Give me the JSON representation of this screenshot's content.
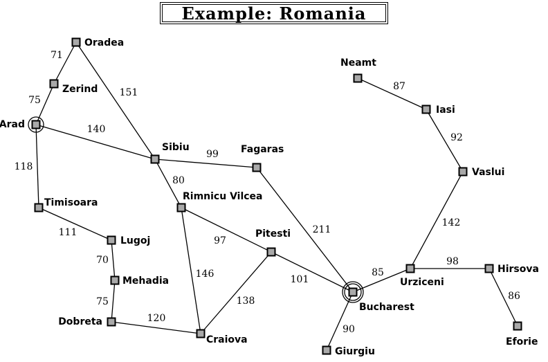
{
  "title": "Example: Romania",
  "cities": [
    {
      "id": "oradea",
      "name": "Oradea"
    },
    {
      "id": "zerind",
      "name": "Zerind"
    },
    {
      "id": "arad",
      "name": "Arad"
    },
    {
      "id": "timisoara",
      "name": "Timisoara"
    },
    {
      "id": "lugoj",
      "name": "Lugoj"
    },
    {
      "id": "mehadia",
      "name": "Mehadia"
    },
    {
      "id": "dobreta",
      "name": "Dobreta"
    },
    {
      "id": "craiova",
      "name": "Craiova"
    },
    {
      "id": "sibiu",
      "name": "Sibiu"
    },
    {
      "id": "rimnicu",
      "name": "Rimnicu Vilcea"
    },
    {
      "id": "fagaras",
      "name": "Fagaras"
    },
    {
      "id": "pitesti",
      "name": "Pitesti"
    },
    {
      "id": "bucharest",
      "name": "Bucharest"
    },
    {
      "id": "giurgiu",
      "name": "Giurgiu"
    },
    {
      "id": "urziceni",
      "name": "Urziceni"
    },
    {
      "id": "hirsova",
      "name": "Hirsova"
    },
    {
      "id": "eforie",
      "name": "Eforie"
    },
    {
      "id": "vaslui",
      "name": "Vaslui"
    },
    {
      "id": "iasi",
      "name": "Iasi"
    },
    {
      "id": "neamt",
      "name": "Neamt"
    }
  ],
  "roads": [
    {
      "from": "oradea",
      "to": "zerind",
      "distance": "71"
    },
    {
      "from": "zerind",
      "to": "arad",
      "distance": "75"
    },
    {
      "from": "oradea",
      "to": "sibiu",
      "distance": "151"
    },
    {
      "from": "arad",
      "to": "sibiu",
      "distance": "140"
    },
    {
      "from": "arad",
      "to": "timisoara",
      "distance": "118"
    },
    {
      "from": "timisoara",
      "to": "lugoj",
      "distance": "111"
    },
    {
      "from": "lugoj",
      "to": "mehadia",
      "distance": "70"
    },
    {
      "from": "mehadia",
      "to": "dobreta",
      "distance": "75"
    },
    {
      "from": "dobreta",
      "to": "craiova",
      "distance": "120"
    },
    {
      "from": "sibiu",
      "to": "fagaras",
      "distance": "99"
    },
    {
      "from": "sibiu",
      "to": "rimnicu",
      "distance": "80"
    },
    {
      "from": "rimnicu",
      "to": "pitesti",
      "distance": "97"
    },
    {
      "from": "rimnicu",
      "to": "craiova",
      "distance": "146"
    },
    {
      "from": "craiova",
      "to": "pitesti",
      "distance": "138"
    },
    {
      "from": "fagaras",
      "to": "bucharest",
      "distance": "211"
    },
    {
      "from": "pitesti",
      "to": "bucharest",
      "distance": "101"
    },
    {
      "from": "bucharest",
      "to": "giurgiu",
      "distance": "90"
    },
    {
      "from": "bucharest",
      "to": "urziceni",
      "distance": "85"
    },
    {
      "from": "urziceni",
      "to": "hirsova",
      "distance": "98"
    },
    {
      "from": "hirsova",
      "to": "eforie",
      "distance": "86"
    },
    {
      "from": "urziceni",
      "to": "vaslui",
      "distance": "142"
    },
    {
      "from": "vaslui",
      "to": "iasi",
      "distance": "92"
    },
    {
      "from": "iasi",
      "to": "neamt",
      "distance": "87"
    }
  ],
  "highlighted": {
    "start": "arad",
    "goal": "bucharest"
  }
}
